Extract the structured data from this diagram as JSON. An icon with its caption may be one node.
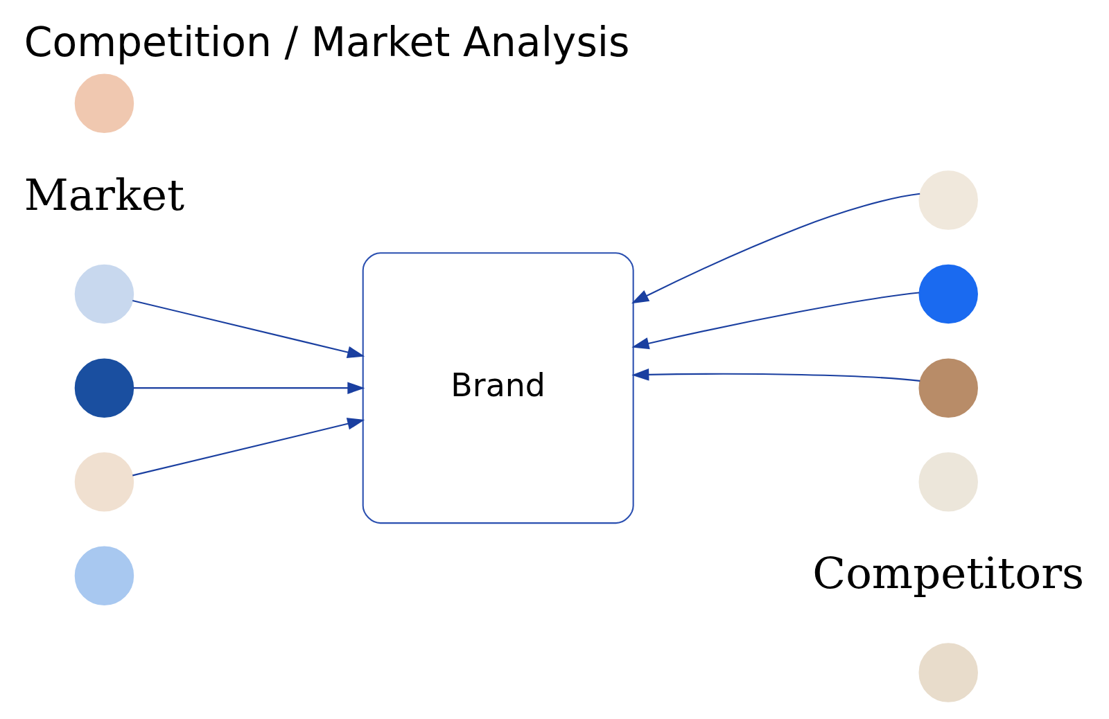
{
  "diagram": {
    "title": "Competition / Market Analysis",
    "nodes": [
      {
        "text": [],
        "shape": "circle"
      },
      {
        "text": [],
        "shape": "circle"
      },
      {
        "text": [],
        "shape": "circle"
      },
      {
        "text": [],
        "shape": "circle"
      },
      {
        "text": [],
        "shape": "circle"
      },
      {
        "text": [
          "Brand"
        ]
      },
      {
        "text": [],
        "shape": "circle"
      },
      {
        "text": [],
        "shape": "circle"
      },
      {
        "text": [],
        "shape": "circle"
      },
      {
        "text": [],
        "shape": "circle"
      },
      {
        "text": [],
        "shape": "circle"
      }
    ],
    "edges": [
      {
        "from": 1,
        "to": 5,
        "arrow": "to"
      },
      {
        "from": 2,
        "to": 5,
        "arrow": "to"
      },
      {
        "from": 3,
        "to": 5,
        "arrow": "to"
      },
      {
        "from": 7,
        "to": 5,
        "arrow": "to"
      },
      {
        "from": 8,
        "to": 5,
        "arrow": "to"
      },
      {
        "from": 9,
        "to": 5,
        "arrow": "to"
      }
    ],
    "labels": [
      "Competitors",
      "Market"
    ]
  }
}
